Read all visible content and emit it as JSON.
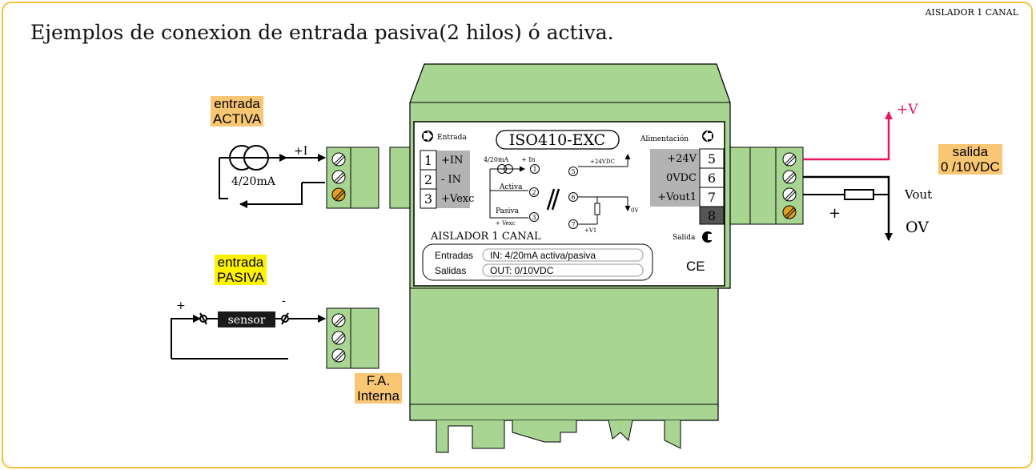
{
  "header": {
    "corner_label": "AISLADOR 1 CANAL",
    "title": "Ejemplos de conexion de entrada pasiva(2 hilos) ó activa."
  },
  "labels": {
    "entrada_activa": [
      "entrada",
      "ACTIVA"
    ],
    "entrada_pasiva": [
      "entrada",
      "PASIVA"
    ],
    "salida": [
      "salida",
      "0 /10VDC"
    ],
    "fa_interna": [
      "F.A.",
      "Interna"
    ],
    "plus_i": "+I",
    "current_source": "4/20mA",
    "sensor": "sensor",
    "sensor_plus": "+",
    "sensor_minus": "-",
    "plus_v": "+V",
    "vout": "Vout",
    "zero_v": "OV",
    "plus_sign": "+"
  },
  "module": {
    "model": "ISO410-EXC",
    "entrada_label": "Entrada",
    "alimentacion_label": "Alimentación",
    "salida_label": "Salida",
    "product_name": "AISLADOR 1 CANAL",
    "left_terminals": [
      {
        "num": "1",
        "label": "+IN"
      },
      {
        "num": "2",
        "label": "- IN"
      },
      {
        "num": "3",
        "label": "+Vexc"
      }
    ],
    "right_terminals": [
      {
        "num": "5",
        "label": "+24V"
      },
      {
        "num": "6",
        "label": "0VDC"
      },
      {
        "num": "7",
        "label": "+Vout1"
      },
      {
        "num": "8",
        "label": ""
      }
    ],
    "schematic": {
      "in_label": "4/20mA",
      "plus_in": "+ In",
      "activa": "Activa",
      "pasiva": "Pasiva",
      "plus_vexc": "+ Vexc",
      "plus_24vdc": "+24VDC",
      "zero_v": "0V",
      "plus_v1": "+V1",
      "nodes": [
        "1",
        "2",
        "3",
        "5",
        "6",
        "7"
      ]
    },
    "specs": [
      {
        "name": "Entradas",
        "value": "IN:  4/20mA activa/pasiva"
      },
      {
        "name": "Salidas",
        "value": "OUT:    0/10VDC"
      }
    ],
    "ce_mark": "CE"
  },
  "colors": {
    "frame": "#f2c438",
    "module_green": "#a8d592",
    "terminal_yellow": "#e0a024",
    "label_orange": "#f9c674",
    "label_yellow": "#fff200",
    "supply_line": "#e8175d"
  }
}
